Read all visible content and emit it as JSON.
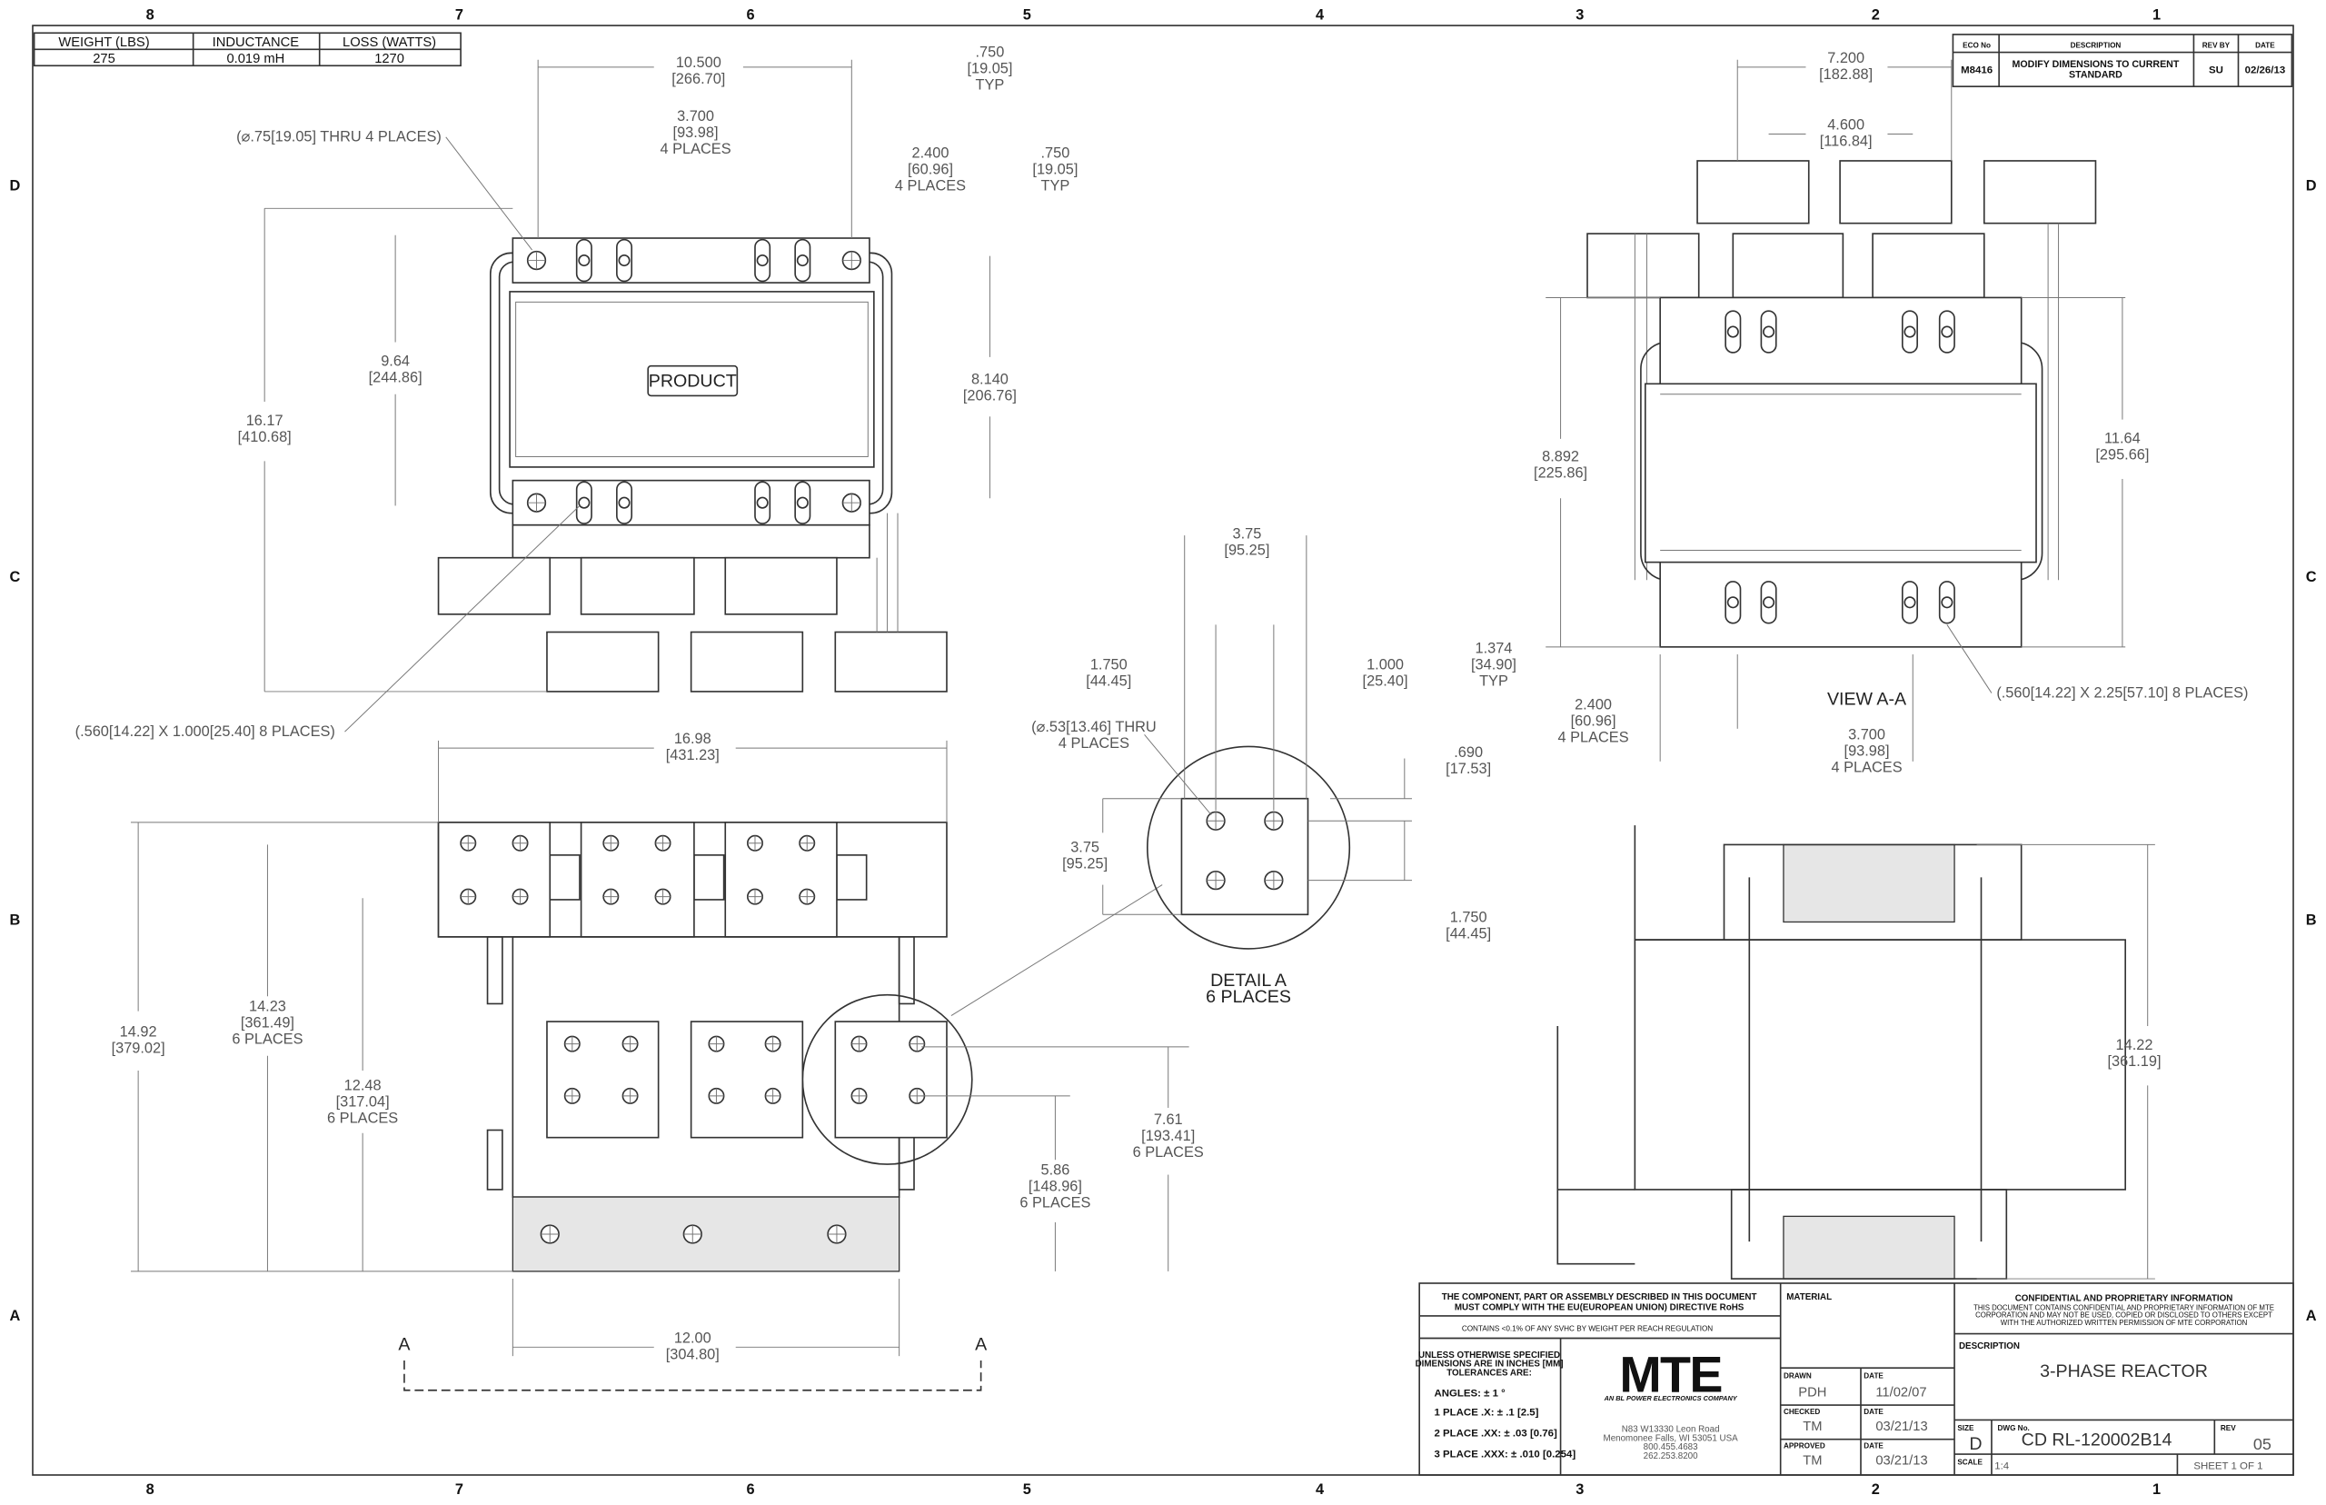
{
  "spec_table": {
    "headers": [
      "WEIGHT (LBS)",
      "INDUCTANCE",
      "LOSS (WATTS)"
    ],
    "values": [
      "275",
      "0.019 mH",
      "1270"
    ]
  },
  "revision_table": {
    "headers": [
      "ECO No",
      "DESCRIPTION",
      "REV BY",
      "DATE"
    ],
    "row": [
      "M8416",
      "MODIFY DIMENSIONS TO CURRENT",
      "STANDARD",
      "SU",
      "02/26/13"
    ]
  },
  "zones": {
    "columns": [
      "8",
      "7",
      "6",
      "5",
      "4",
      "3",
      "2",
      "1"
    ],
    "rows": [
      "D",
      "C",
      "B",
      "A"
    ]
  },
  "dimensions": {
    "top_width": [
      "10.500",
      "[266.70]"
    ],
    "top_edge_typ": [
      ".750",
      "[19.05]",
      "TYP"
    ],
    "top_hole_spacing": [
      "3.700",
      "[93.98]",
      "4 PLACES"
    ],
    "top_hole_2400": [
      "2.400",
      "[60.96]",
      "4 PLACES"
    ],
    "top_edge_typ2": [
      ".750",
      "[19.05]",
      "TYP"
    ],
    "top_thru_note": [
      "(⌀.75[19.05] THRU 4 PLACES)"
    ],
    "top_964": [
      "9.64",
      "[244.86]"
    ],
    "top_1617": [
      "16.17",
      "[410.68]"
    ],
    "top_8140": [
      "8.140",
      "[206.76]"
    ],
    "product_label": [
      "PRODUCT"
    ],
    "top_slot_note": [
      "(.560[14.22] X 1.000[25.40] 8 PLACES)"
    ],
    "front_width": [
      "16.98",
      "[431.23]"
    ],
    "front_1492": [
      "14.92",
      "[379.02]"
    ],
    "front_1423": [
      "14.23",
      "[361.49]",
      "6 PLACES"
    ],
    "front_1248": [
      "12.48",
      "[317.04]",
      "6 PLACES"
    ],
    "front_761": [
      "7.61",
      "[193.41]",
      "6 PLACES"
    ],
    "front_586": [
      "5.86",
      "[148.96]",
      "6 PLACES"
    ],
    "front_base": [
      "12.00",
      "[304.80]"
    ],
    "section_a_left": [
      "A"
    ],
    "section_a_right": [
      "A"
    ],
    "detail_375_w": [
      "3.75",
      "[95.25]"
    ],
    "detail_1750_w": [
      "1.750",
      "[44.45]"
    ],
    "detail_1000": [
      "1.000",
      "[25.40]"
    ],
    "detail_thru_note": [
      "(⌀.53[13.46] THRU",
      "4 PLACES"
    ],
    "detail_690": [
      ".690",
      "[17.53]"
    ],
    "detail_375_h": [
      "3.75",
      "[95.25]"
    ],
    "detail_1750_h": [
      "1.750",
      "[44.45]"
    ],
    "detail_title": [
      "DETAIL  A",
      "6 PLACES"
    ],
    "aa_7200": [
      "7.200",
      "[182.88]"
    ],
    "aa_4600": [
      "4.600",
      "[116.84]"
    ],
    "aa_8892": [
      "8.892",
      "[225.86]"
    ],
    "aa_1164": [
      "11.64",
      "[295.66]"
    ],
    "aa_1374": [
      "1.374",
      "[34.90]",
      "TYP"
    ],
    "aa_title": [
      "VIEW A-A"
    ],
    "aa_slot_note": [
      "(.560[14.22] X 2.25[57.10] 8 PLACES)"
    ],
    "aa_2400": [
      "2.400",
      "[60.96]",
      "4 PLACES"
    ],
    "aa_3700": [
      "3.700",
      "[93.98]",
      "4 PLACES"
    ],
    "side_1422": [
      "14.22",
      "[361.19]"
    ]
  },
  "title_block": {
    "rohs": [
      "THE COMPONENT, PART OR ASSEMBLY DESCRIBED IN THIS DOCUMENT",
      "MUST COMPLY WITH THE EU(EUROPEAN UNION) DIRECTIVE RoHS"
    ],
    "reach": "CONTAINS <0.1% OF ANY SVHC BY WEIGHT PER REACH REGULATION",
    "tolerance_heading": [
      "UNLESS OTHERWISE SPECIFIED",
      "DIMENSIONS ARE IN INCHES [MM]",
      "TOLERANCES ARE:"
    ],
    "angles": "ANGLES: ± 1 °",
    "one_place": "1 PLACE .X: ± .1 [2.5]",
    "two_place": "2 PLACE .XX: ± .03 [0.76]",
    "three_place": "3 PLACE .XXX: ± .010 [0.254]",
    "logo": "MTE",
    "logo_tagline": "AN BL POWER ELECTRONICS COMPANY",
    "address": [
      "N83 W13330 Leon Road",
      "Menomonee Falls, WI 53051 USA",
      "800.455.4683",
      "262.253.8200"
    ],
    "material_label": "MATERIAL",
    "drawn_label": "DRAWN",
    "drawn_by": "PDH",
    "drawn_date": "11/02/07",
    "checked_label": "CHECKED",
    "checked_by": "TM",
    "checked_date": "03/21/13",
    "approved_label": "APPROVED",
    "approved_by": "TM",
    "approved_date": "03/21/13",
    "date_label": "DATE",
    "confidential_title": "CONFIDENTIAL AND PROPRIETARY INFORMATION",
    "confidential_text": [
      "THIS DOCUMENT CONTAINS CONFIDENTIAL AND PROPRIETARY INFORMATION OF MTE",
      "CORPORATION AND MAY NOT BE USED, COPIED OR DISCLOSED TO OTHERS EXCEPT",
      "WITH THE AUTHORIZED WRITTEN PERMISSION OF MTE CORPORATION"
    ],
    "description_label": "DESCRIPTION",
    "description": "3-PHASE REACTOR",
    "size_label": "SIZE",
    "size": "D",
    "dwg_label": "DWG No.",
    "dwg_no": "CD RL-120002B14",
    "rev_label": "REV",
    "rev": "05",
    "scale_label": "SCALE",
    "scale": "1:4",
    "sheet": "SHEET 1  OF 1"
  }
}
